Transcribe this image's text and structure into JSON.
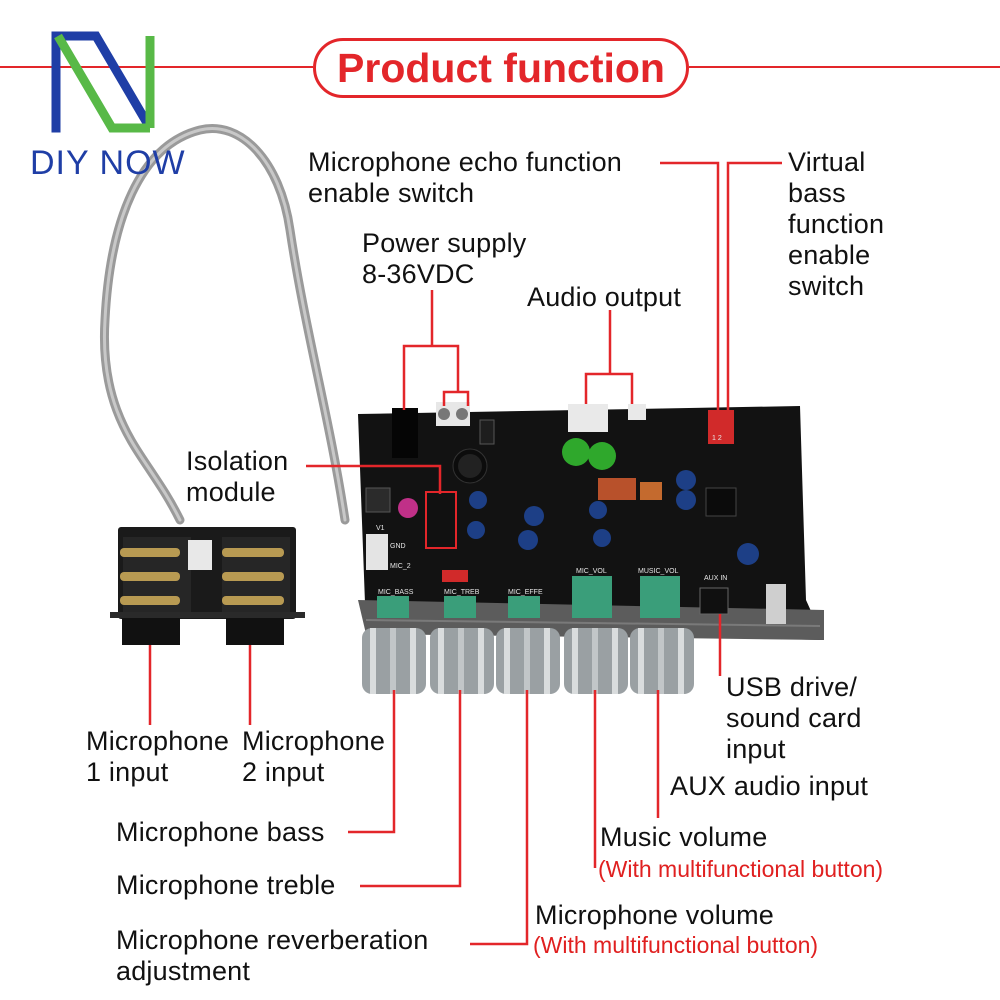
{
  "header": {
    "title": "Product function"
  },
  "brand": {
    "name": "DIY NOW"
  },
  "colors": {
    "accent": "#e3262a",
    "brand_blue": "#1f3ea6",
    "brand_green": "#58b947",
    "board": "#121212",
    "knob": "#9aa0a3",
    "knob_pot": "#3a9e7a"
  },
  "labels": {
    "echo_switch": "Microphone echo function\nenable switch",
    "virtual_bass": "Virtual\nbass\nfunction\nenable\nswitch",
    "power": "Power supply\n8-36VDC",
    "audio_output": "Audio output",
    "isolation": "Isolation\nmodule",
    "mic1": "Microphone\n1 input",
    "mic2": "Microphone\n2 input",
    "usb": "USB drive/\nsound card\ninput",
    "aux": "AUX audio input",
    "music_volume": "Music volume",
    "music_volume_note": "(With multifunctional button)",
    "mic_volume": "Microphone volume",
    "mic_volume_note": "(With multifunctional button)",
    "mic_bass": "Microphone bass",
    "mic_treble": "Microphone treble",
    "mic_reverb": "Microphone reverberation\nadjustment"
  },
  "board_silkscreen": {
    "knobs": [
      "MIC_BASS",
      "MIC_TREB",
      "MIC_EFFE",
      "MIC_VOL",
      "MUSIC_VOL"
    ],
    "pins": [
      "V1",
      "GND",
      "MIC_2"
    ],
    "aux_port": "AUX IN",
    "switch_marks": "1 2"
  }
}
